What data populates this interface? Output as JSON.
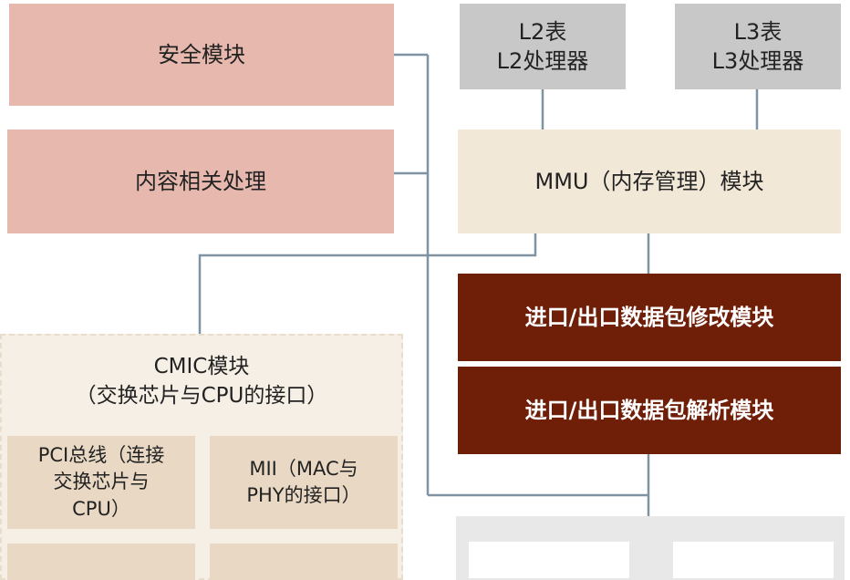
{
  "left": {
    "security_module": "安全模块",
    "content_processing": "内容相关处理"
  },
  "tables": {
    "l2": {
      "line1": "L2表",
      "line2": "L2处理器"
    },
    "l3": {
      "line1": "L3表",
      "line2": "L3处理器"
    }
  },
  "mmu": "MMU（内存管理）模块",
  "packet_modify": "进口/出口数据包修改模块",
  "packet_parse": "进口/出口数据包解析模块",
  "cmic": {
    "title_line1": "CMIC模块",
    "title_line2": "（交换芯片与CPU的接口）",
    "pci": {
      "line1": "PCI总线（连接",
      "line2": "交换芯片与",
      "line3": "CPU）"
    },
    "mii": {
      "line1": "MII（MAC与",
      "line2": "PHY的接口）"
    }
  },
  "colors": {
    "pink": "#e6b8ae",
    "gray": "#c8c8c8",
    "cream": "#f2e8d8",
    "dark_red": "#6f1e08",
    "tan": "#e9d9c4",
    "line": "#7a8fa0"
  }
}
